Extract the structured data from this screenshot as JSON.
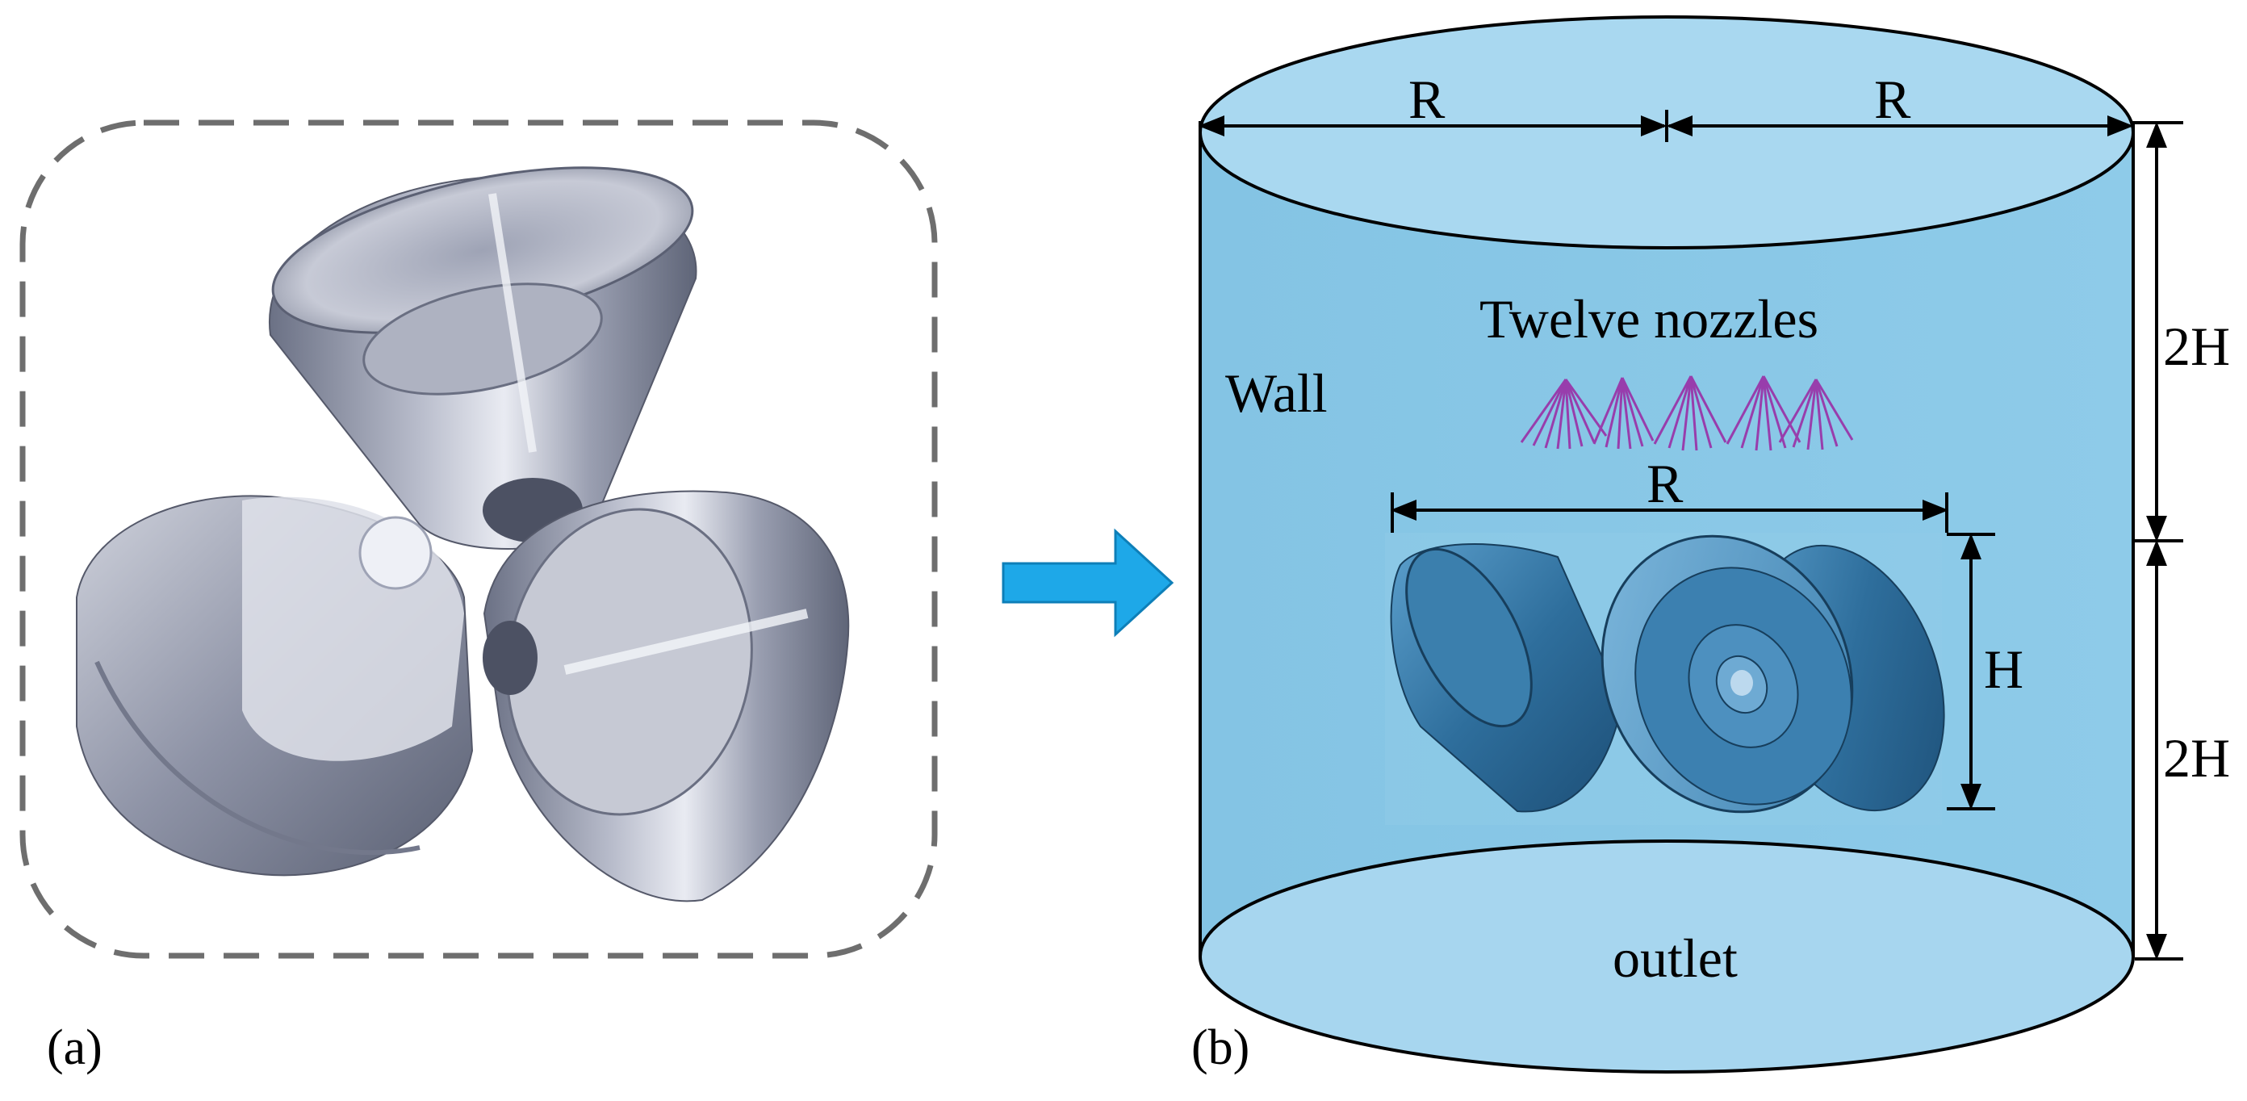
{
  "panel_a": {
    "label": "(a)",
    "object": "three-truncated-cone-nozzles"
  },
  "arrow": {
    "color": "#1ea8e8",
    "icon": "right-arrow-icon"
  },
  "panel_b": {
    "label": "(b)",
    "wall_label": "Wall",
    "nozzles_label": "Twelve nozzles",
    "outlet_label": "outlet",
    "dims": {
      "top_left_radius": "R",
      "top_right_radius": "R",
      "inner_width": "R",
      "inner_height": "H",
      "upper_height": "2H",
      "lower_height": "2H"
    },
    "colors": {
      "cylinder_body": "#8fcbe8",
      "cylinder_cap": "#a7d6ef",
      "nozzle_spray": "#9a2fa6",
      "assembly": "#2f6f9e"
    }
  }
}
